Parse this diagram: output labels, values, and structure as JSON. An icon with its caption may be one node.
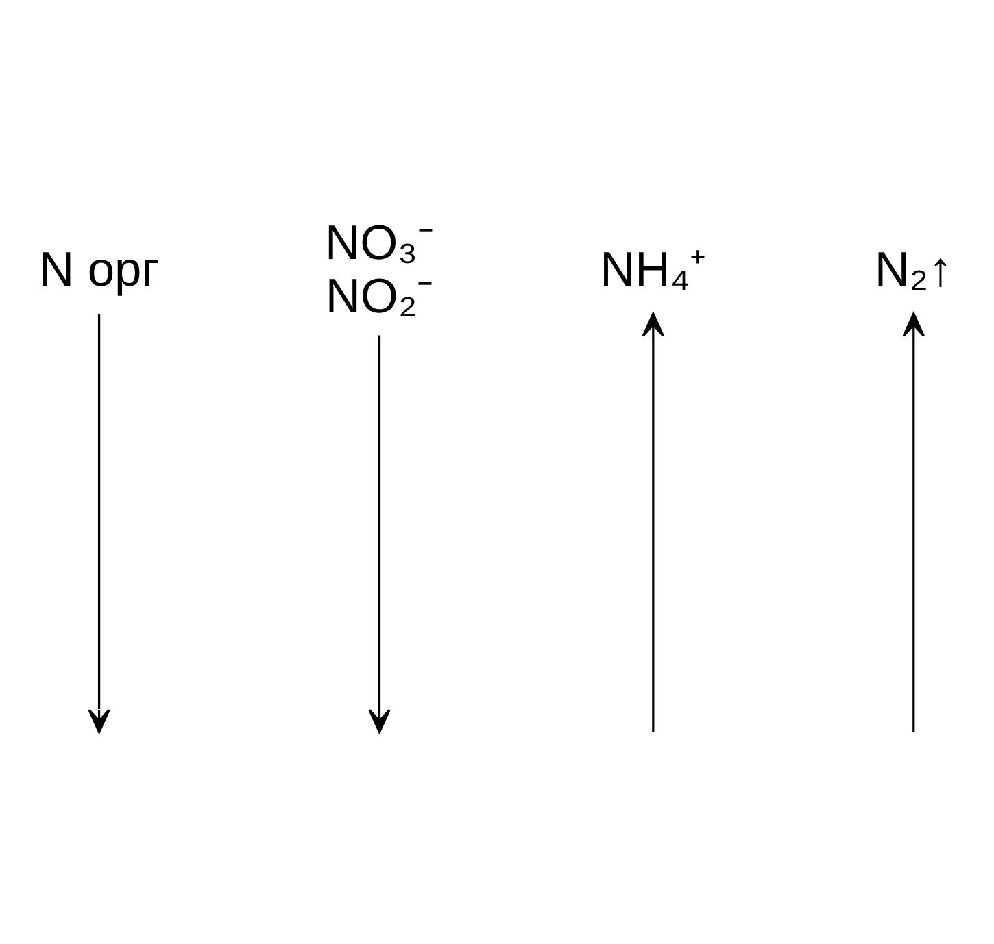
{
  "diagram": {
    "nodes": [
      {
        "text": [
          "N орг"
        ]
      },
      {
        "text": [
          "NO₃⁻",
          "NO₂⁻"
        ]
      },
      {
        "text": [
          "NH₄⁺"
        ]
      },
      {
        "text": [
          "N₂↑"
        ]
      }
    ],
    "edges": [
      {
        "from": 0,
        "to": null,
        "arrow": "to"
      },
      {
        "from": 1,
        "to": null,
        "arrow": "to"
      },
      {
        "from": null,
        "to": 2,
        "arrow": "to"
      },
      {
        "from": null,
        "to": 3,
        "arrow": "to"
      }
    ]
  }
}
